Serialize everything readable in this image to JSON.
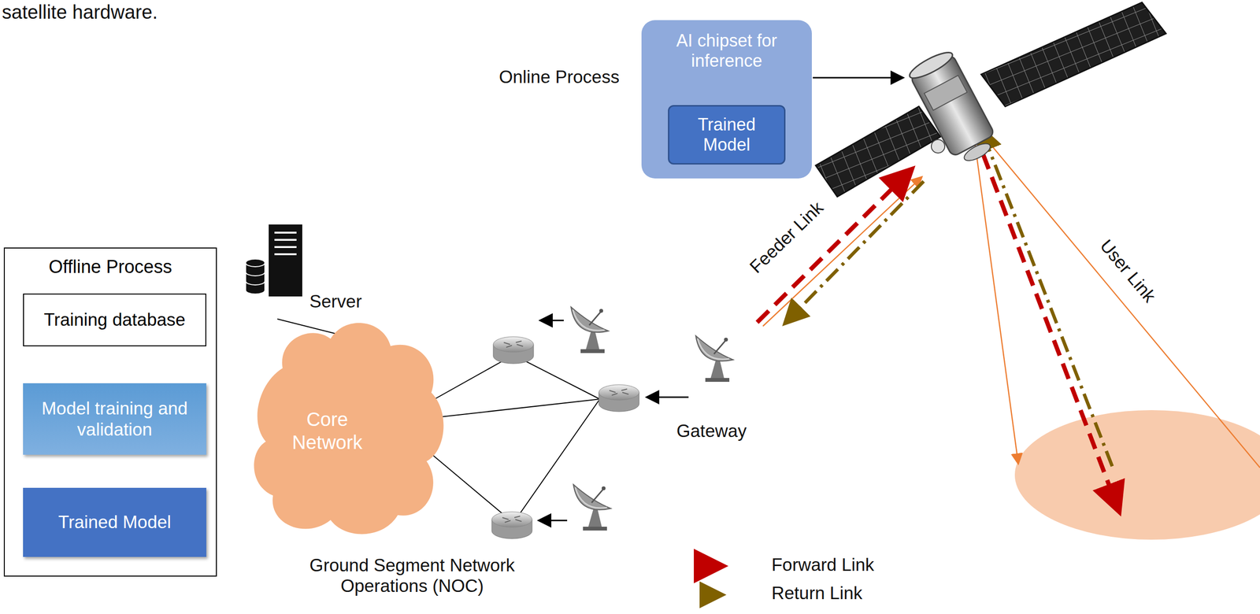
{
  "diagram": {
    "nodes": [
      {
        "text": [
          "AI chipset for inference"
        ]
      },
      {
        "text": [
          "Trained Model"
        ],
        "in": 0
      },
      {
        "text": [
          "Offline Process"
        ]
      },
      {
        "text": [
          "Training database"
        ],
        "in": 2
      },
      {
        "text": [
          "Model training and validation"
        ],
        "in": 2
      },
      {
        "text": [
          "Trained Model"
        ],
        "in": 2
      },
      {
        "text": [
          "Core Network"
        ]
      }
    ],
    "edges": [
      {
        "from": 3,
        "to": 4,
        "arrow": "to"
      },
      {
        "from": 4,
        "to": 5,
        "arrow": "to"
      }
    ],
    "labels": [
      "satellite hardware.",
      "Online Process",
      "Server",
      "Gateway",
      "Feeder Link",
      "User Link",
      "Ground Segment Network Operations (NOC)"
    ],
    "legend": [
      {
        "text": "Forward Link"
      },
      {
        "text": "Return Link"
      }
    ]
  }
}
